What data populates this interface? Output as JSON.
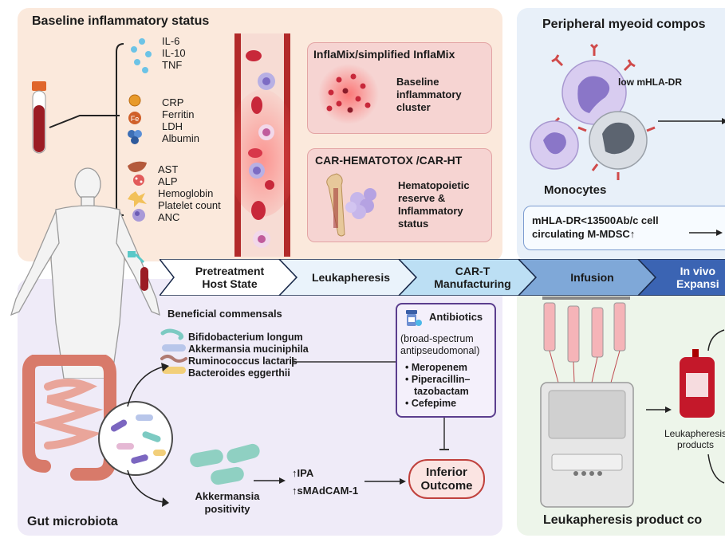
{
  "baseline": {
    "title": "Baseline inflammatory status",
    "cytokines": [
      "IL-6",
      "IL-10",
      "TNF"
    ],
    "markers": [
      "CRP",
      "Ferritin",
      "LDH",
      "Albumin"
    ],
    "fe_label": "Fe",
    "blood_counts": [
      "AST",
      "ALP",
      "Hemoglobin",
      "Platelet count",
      "ANC"
    ]
  },
  "inflamix": {
    "title": "InflaMix/simplified InflaMix",
    "desc": [
      "Baseline",
      "inflammatory",
      "cluster"
    ]
  },
  "hematotox": {
    "title": "CAR-HEMATOTOX /CAR-HT",
    "desc": [
      "Hematopoietic",
      "reserve &",
      "Inflammatory",
      "status"
    ]
  },
  "myeloid": {
    "title": "Peripheral myeoid compos",
    "low_label": "low mHLA-DR",
    "monocytes_label": "Monocytes",
    "threshold": [
      "mHLA-DR<13500Ab/c cell",
      "circulating M-MDSC↑"
    ]
  },
  "pipeline": [
    [
      "Pretreatment",
      "Host State"
    ],
    [
      "Leukapheresis"
    ],
    [
      "CAR-T",
      "Manufacturing"
    ],
    [
      "Infusion"
    ],
    [
      "In vivo",
      "Expansi"
    ]
  ],
  "gut": {
    "title": "Gut microbiota",
    "commensals_title": "Beneficial commensals",
    "commensals": [
      "Bifidobacterium longum",
      "Akkermansia muciniphila",
      "Ruminococcus lactaris",
      "Bacteroides eggerthii"
    ],
    "akk_label": [
      "Akkermansia",
      "positivity"
    ],
    "ipa": "↑IPA",
    "smadcam": "↑sMAdCAM-1"
  },
  "antibiotics": {
    "title": "Antibiotics",
    "subtitle": [
      "(broad-spectrum",
      "antipseudomonal)"
    ],
    "drugs": [
      "Meropenem",
      "Piperacillin–",
      "tazobactam",
      "Cefepime"
    ]
  },
  "outcome": [
    "Inferior",
    "Outcome"
  ],
  "leuka": {
    "products_label": [
      "Leukapheresis",
      "products"
    ],
    "bottom_title": "Leukapheresis product co"
  },
  "colors": {
    "baseline_bg": "#fbe9dc",
    "gut_bg": "#efebf8",
    "myeloid_bg": "#e8f0f9",
    "leuka_bg": "#edf5ea",
    "card_bg": "#f6d4d2",
    "card_border": "#e3a4a4",
    "antibiotic_border": "#5b3e8e",
    "outcome_border": "#c0413d"
  }
}
